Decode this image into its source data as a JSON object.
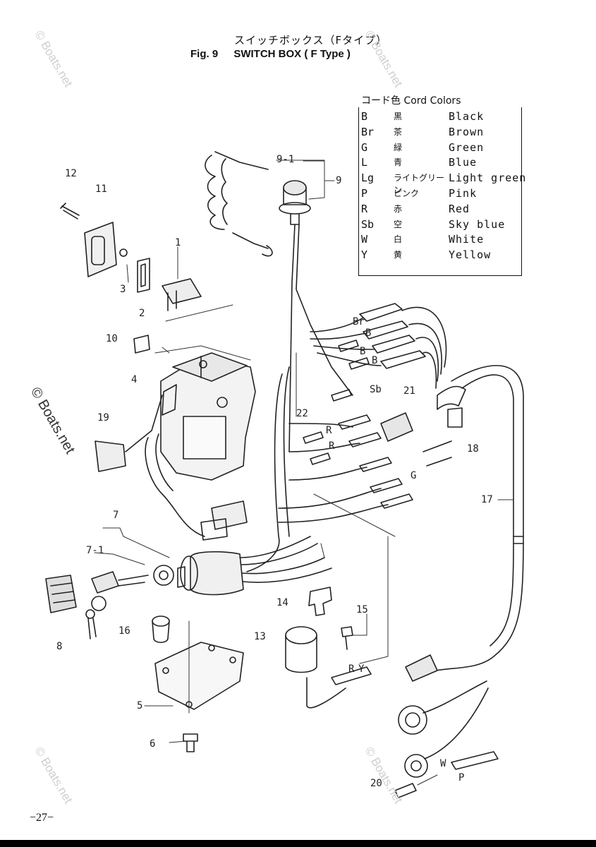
{
  "header": {
    "title_jp": "スイッチボックス（Fタイプ）",
    "fig_label": "Fig. 9",
    "title_en": "SWITCH BOX ( F Type )"
  },
  "legend": {
    "header": "コード色 Cord Colors",
    "rows": [
      {
        "code": "B",
        "jp": "黒",
        "en": "Black"
      },
      {
        "code": "Br",
        "jp": "茶",
        "en": "Brown"
      },
      {
        "code": "G",
        "jp": "緑",
        "en": "Green"
      },
      {
        "code": "L",
        "jp": "青",
        "en": "Blue"
      },
      {
        "code": "Lg",
        "jp": "ライトグリーン",
        "en": "Light green"
      },
      {
        "code": "P",
        "jp": "ピンク",
        "en": "Pink"
      },
      {
        "code": "R",
        "jp": "赤",
        "en": "Red"
      },
      {
        "code": "Sb",
        "jp": "空",
        "en": "Sky blue"
      },
      {
        "code": "W",
        "jp": "白",
        "en": "White"
      },
      {
        "code": "Y",
        "jp": "黄",
        "en": "Yellow"
      }
    ]
  },
  "callouts": {
    "c12": "12",
    "c11": "11",
    "c1": "1",
    "c3": "3",
    "c2": "2",
    "c10": "10",
    "c4": "4",
    "c19": "19",
    "c9": "9",
    "c9_1": "9-1",
    "c21": "21",
    "c22": "22",
    "c18": "18",
    "c17": "17",
    "c7": "7",
    "c7_1": "7-1",
    "c8": "8",
    "c16": "16",
    "c14": "14",
    "c13": "13",
    "c15": "15",
    "c5": "5",
    "c6": "6",
    "c20": "20"
  },
  "wire_labels": {
    "br": "Br",
    "b1": "B",
    "b2": "B",
    "b3": "B",
    "r1": "R",
    "r2": "R",
    "g": "G",
    "y": "Y",
    "r3": "R",
    "w": "W",
    "p": "P",
    "sb": "Sb"
  },
  "page": {
    "number": "−27−"
  },
  "watermark": {
    "text": "© Boats.net"
  }
}
